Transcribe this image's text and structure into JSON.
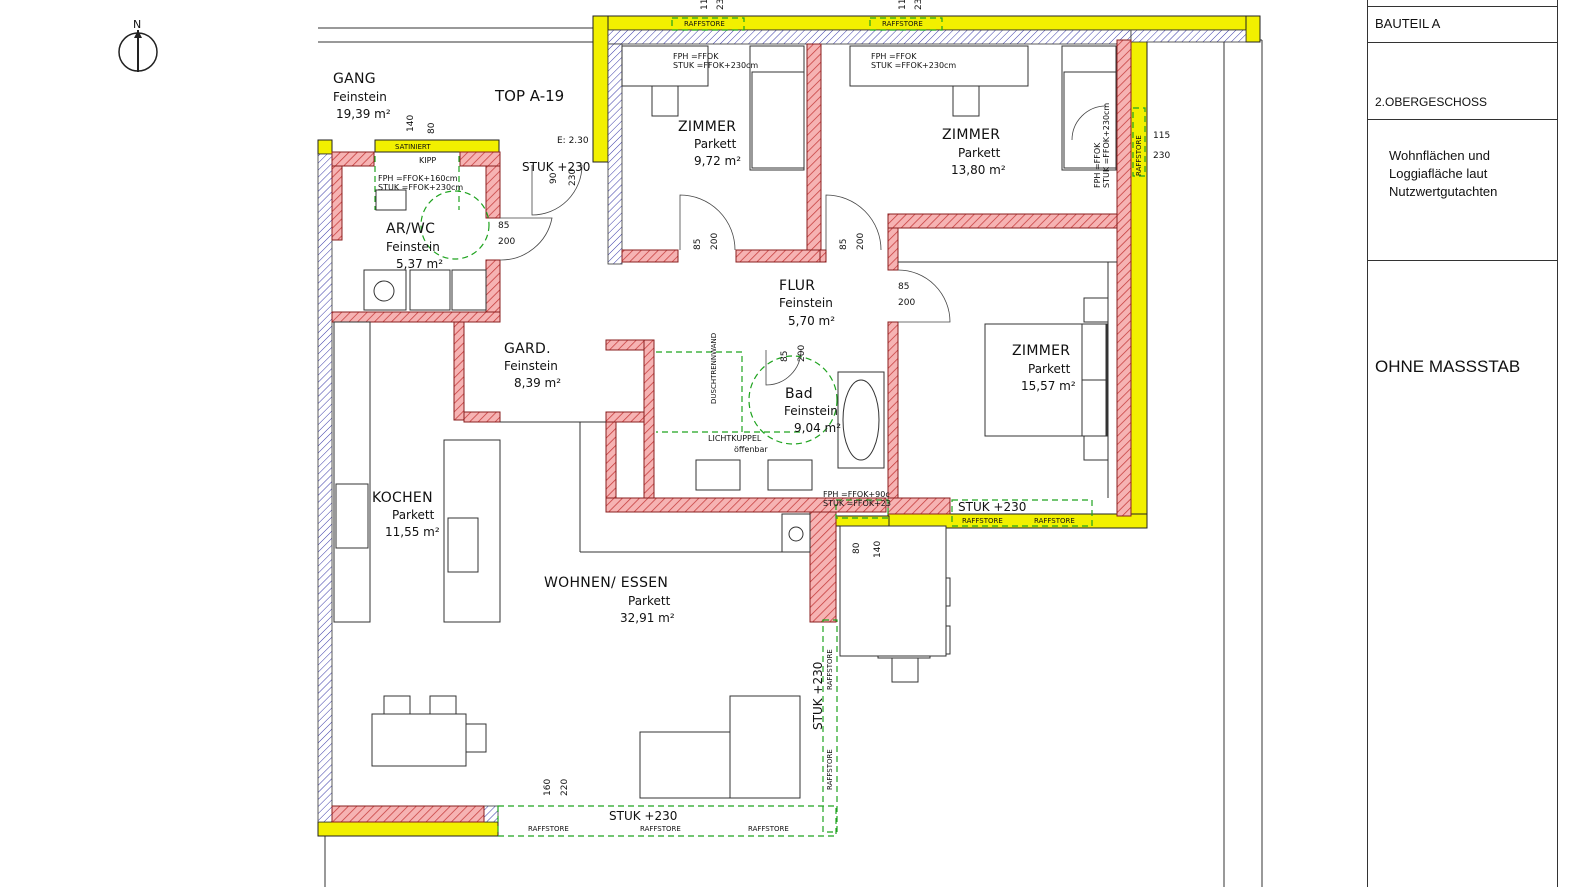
{
  "north": {
    "label": "N"
  },
  "title_block": {
    "bauteil": "BAUTEIL A",
    "geschoss": "2.OBERGESCHOSS",
    "note_lines": [
      "Wohnflächen und",
      "Loggiafläche laut",
      "Nutzwertgutachten"
    ],
    "scale": "OHNE MASSSTAB"
  },
  "unit": {
    "name": "TOP A-19"
  },
  "rooms": [
    {
      "name": "GANG",
      "floor": "Feinstein",
      "area": "19,39 m²"
    },
    {
      "name": "AR/WC",
      "floor": "Feinstein",
      "area": "5,37 m²"
    },
    {
      "name": "ZIMMER",
      "floor": "Parkett",
      "area": "9,72 m²"
    },
    {
      "name": "ZIMMER",
      "floor": "Parkett",
      "area": "13,80 m²"
    },
    {
      "name": "FLUR",
      "floor": "Feinstein",
      "area": "5,70 m²"
    },
    {
      "name": "GARD.",
      "floor": "Feinstein",
      "area": "8,39 m²"
    },
    {
      "name": "Bad",
      "floor": "Feinstein",
      "area": "9,04 m²"
    },
    {
      "name": "ZIMMER",
      "floor": "Parkett",
      "area": "15,57 m²"
    },
    {
      "name": "KOCHEN",
      "floor": "Parkett",
      "area": "11,55 m²"
    },
    {
      "name": "WOHNEN/ ESSEN",
      "floor": "Parkett",
      "area": "32,91 m²"
    }
  ],
  "labels": {
    "stuk": "STUK +230",
    "raffstore": "RAFFSTORE",
    "satiniert": "SATINIERT",
    "kipp": "KIPP",
    "lichtkuppel": "LICHTKUPPEL",
    "oeffenbar": "öffenbar",
    "fph_wc_1": "FPH =FFOK+160cm",
    "fph_wc_2": "STUK =FFOK+230cm",
    "fph_z1_1": "FPH =FFOK",
    "fph_z1_2": "STUK =FFOK+230cm",
    "fph_z2_1": "FPH =FFOK",
    "fph_z2_2": "STUK =FFOK+230cm",
    "fph_bad_1": "FPH =FFOK+90c",
    "fph_bad_2": "STUK =FFOK+23",
    "duschtrennwand": "DUSCHTRENNWAND"
  },
  "dims": {
    "d140": "140",
    "d80": "80",
    "d85": "85",
    "d200": "200",
    "d115": "115",
    "d230": "230",
    "d160": "160",
    "d220": "220",
    "d90": "90",
    "d11": "11",
    "d23": "23",
    "d2300": "E: 2.30"
  }
}
